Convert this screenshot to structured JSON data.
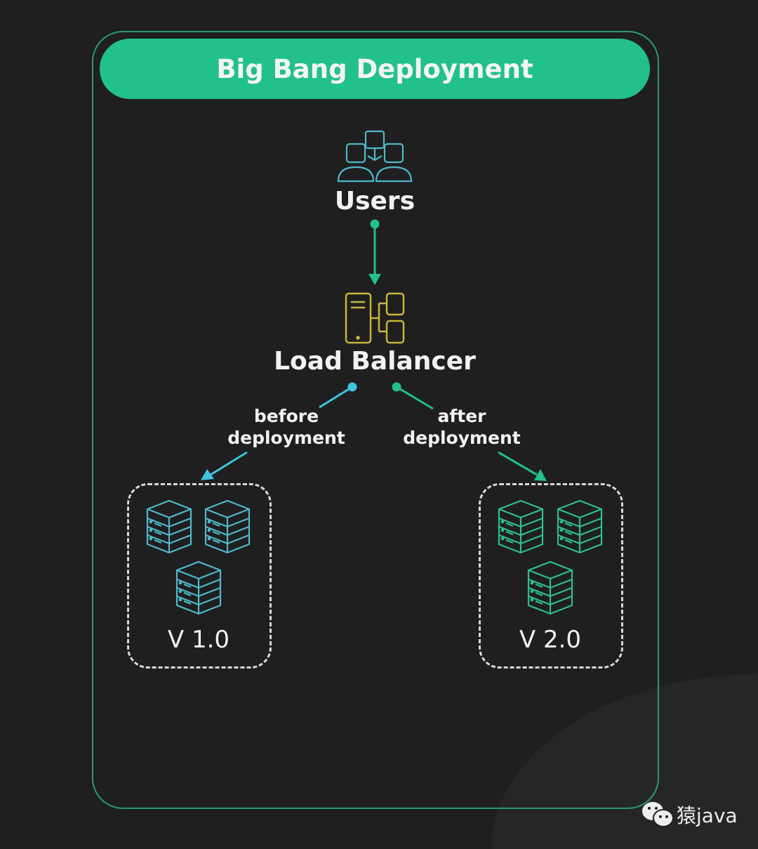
{
  "title": "Big Bang Deployment",
  "nodes": {
    "users": "Users",
    "load_balancer": "Load Balancer",
    "v1": "V 1.0",
    "v2": "V 2.0"
  },
  "edges": {
    "before": [
      "before",
      "deployment"
    ],
    "after": [
      "after",
      "deployment"
    ]
  },
  "colors": {
    "accent": "#22c08c",
    "blue": "#4fb8cc",
    "yellow": "#c8b63c",
    "green": "#2fbf8c"
  },
  "watermark": "猿java"
}
